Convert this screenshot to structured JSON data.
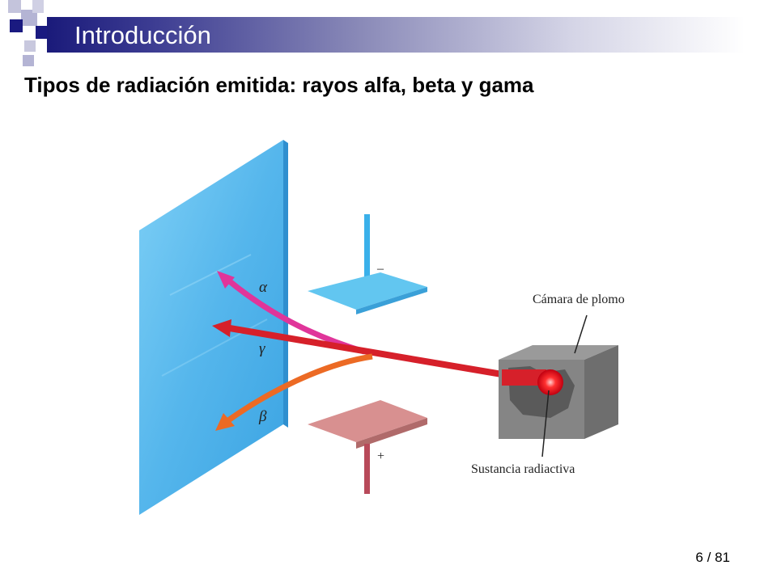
{
  "slide": {
    "title": "Introducción",
    "subtitle": "Tipos de radiación emitida: rayos alfa, beta y gama",
    "page_current": "6",
    "page_separator": "/",
    "page_total": "81"
  },
  "figure": {
    "label_chamber": "Cámara de plomo",
    "label_substance": "Sustancia radiactiva",
    "alpha": "α",
    "gamma": "γ",
    "beta": "β",
    "minus": "–",
    "plus": "+"
  },
  "colors": {
    "title_bar_dark": "#1a1a7a",
    "square_dark": "#1a1a80",
    "square_light": "#b8b8d8",
    "screen": "#5bbcf0",
    "negative_plate": "#62c6f0",
    "positive_plate": "#d48b8b",
    "alpha_ray": "#e0359a",
    "gamma_ray": "#d6202a",
    "beta_ray": "#ec6a24",
    "chamber": "#7f7f7f"
  }
}
